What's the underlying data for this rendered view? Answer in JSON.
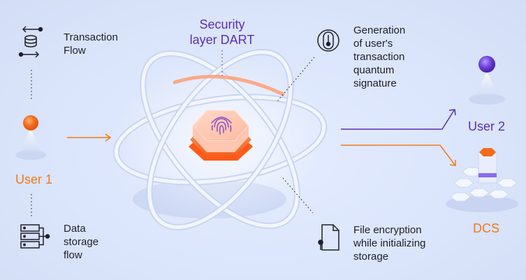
{
  "left": {
    "transaction_flow": "Transaction\nFlow",
    "user1": "User 1",
    "data_storage_flow": "Data\nstorage\nflow"
  },
  "center": {
    "title": "Security\nlayer DART"
  },
  "right": {
    "signature": "Generation\nof user's\ntransaction\nquantum\nsignature",
    "encryption": "File encryption\nwhile initializing\nstorage",
    "user2": "User 2",
    "dcs": "DCS"
  },
  "icons": {
    "transaction": "transaction-flow-icon",
    "storage": "data-storage-icon",
    "fingerprint": "fingerprint-icon",
    "signature": "signature-icon",
    "document": "document-icon"
  },
  "colors": {
    "orange": "#f07a1a",
    "purple": "#5b2fb3",
    "ring": "#eef3ff"
  }
}
